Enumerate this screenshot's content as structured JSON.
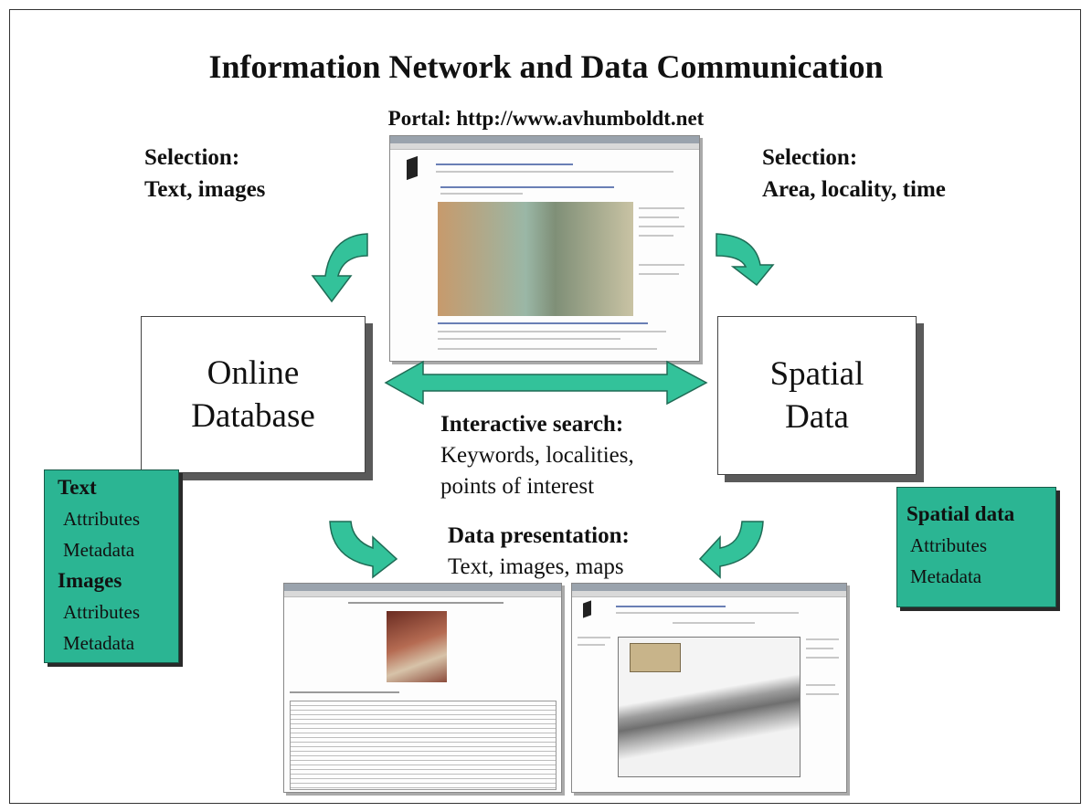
{
  "header": {
    "title": "Information Network and Data Communication",
    "portal": "Portal: http://www.avhumboldt.net"
  },
  "left_selection": {
    "label": "Selection:",
    "value": "Text, images"
  },
  "right_selection": {
    "label": "Selection:",
    "value": "Area, locality, time"
  },
  "online_database": {
    "line1": "Online",
    "line2": "Database"
  },
  "spatial_box": {
    "line1": "Spatial",
    "line2": "Data"
  },
  "interactive_search": {
    "heading": "Interactive search:",
    "line1": "Keywords, localities,",
    "line2": "points of interest"
  },
  "data_presentation": {
    "heading": "Data presentation:",
    "line1": "Text, images, maps"
  },
  "text_box": {
    "heading1": "Text",
    "items1": [
      "Attributes",
      "Metadata"
    ],
    "heading2": "Images",
    "items2": [
      "Attributes",
      "Metadata"
    ]
  },
  "spatial_data_box": {
    "heading": "Spatial data",
    "items": [
      "Attributes",
      "Metadata"
    ]
  },
  "colors": {
    "accent_green": "#2bb593",
    "arrow_green": "#33c29a",
    "arrow_outline": "#1f6b55"
  }
}
